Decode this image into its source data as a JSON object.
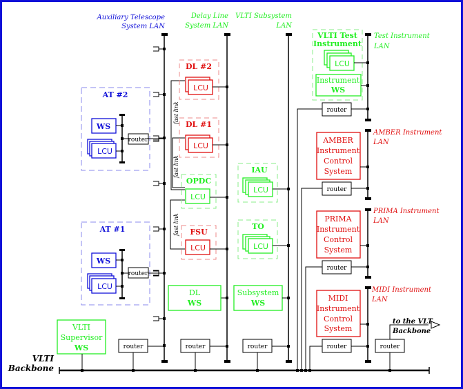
{
  "colors": {
    "blue": "#1010d8",
    "green": "#22ee22",
    "red": "#e01010",
    "black": "#000000",
    "dash_blue": "#8888ee",
    "dash_green": "#88ee88",
    "dash_red": "#ee8888"
  },
  "lans": {
    "at": [
      "Auxiliary Telescope",
      "System LAN"
    ],
    "dl": [
      "Delay Line",
      "System LAN"
    ],
    "sub": [
      "VLTI Subsystem",
      "LAN"
    ],
    "test": [
      "Test Instrument",
      "LAN"
    ],
    "amber": [
      "AMBER Instrument",
      "LAN"
    ],
    "prima": [
      "PRIMA Instrument",
      "LAN"
    ],
    "midi": [
      "MIDI Instrument",
      "LAN"
    ]
  },
  "groups": {
    "at2": "AT #2",
    "at1": "AT #1",
    "dl2": "DL #2",
    "dl1": "DL #1",
    "opdc": "OPDC",
    "fsu": "FSU",
    "iau": "IAU",
    "to": "TO",
    "test": [
      "VLTI Test",
      "Instrument"
    ]
  },
  "nodes": {
    "lcu": "LCU",
    "ws": "WS",
    "router": "router",
    "instrument_ws": [
      "Instrument",
      "WS"
    ],
    "dl_ws": [
      "DL",
      "WS"
    ],
    "subsystem_ws": [
      "Subsystem",
      "WS"
    ],
    "supervisor_ws": [
      "VLTI",
      "Supervisor",
      "WS"
    ],
    "amber_ics": [
      "AMBER",
      "Instrument",
      "Control",
      "System"
    ],
    "prima_ics": [
      "PRIMA",
      "Instrument",
      "Control",
      "System"
    ],
    "midi_ics": [
      "MIDI",
      "Instrument",
      "Control",
      "System"
    ]
  },
  "fast_link": "fast link",
  "backbone": [
    "VLTI",
    "Backbone"
  ],
  "vlt_backbone": [
    "to the VLT",
    "Backbone"
  ]
}
